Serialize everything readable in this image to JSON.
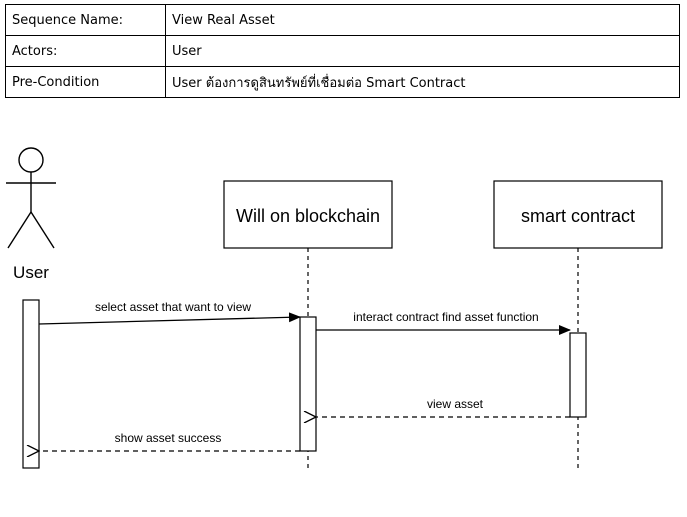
{
  "table": {
    "rows": [
      {
        "label": "Sequence Name:",
        "value": "View Real Asset"
      },
      {
        "label": "Actors:",
        "value": "User"
      },
      {
        "label": "Pre-Condition",
        "value": "User ต้องการดูสินทรัพย์ที่เชื่อมต่อ Smart Contract"
      }
    ]
  },
  "diagram": {
    "actor": {
      "name": "User"
    },
    "participants": [
      {
        "name": "Will on blockchain"
      },
      {
        "name": "smart contract"
      }
    ],
    "messages": [
      {
        "label": "select asset that want to view",
        "kind": "sync"
      },
      {
        "label": "interact contract find asset function",
        "kind": "sync"
      },
      {
        "label": "view asset",
        "kind": "return"
      },
      {
        "label": "show asset success",
        "kind": "return"
      }
    ]
  }
}
